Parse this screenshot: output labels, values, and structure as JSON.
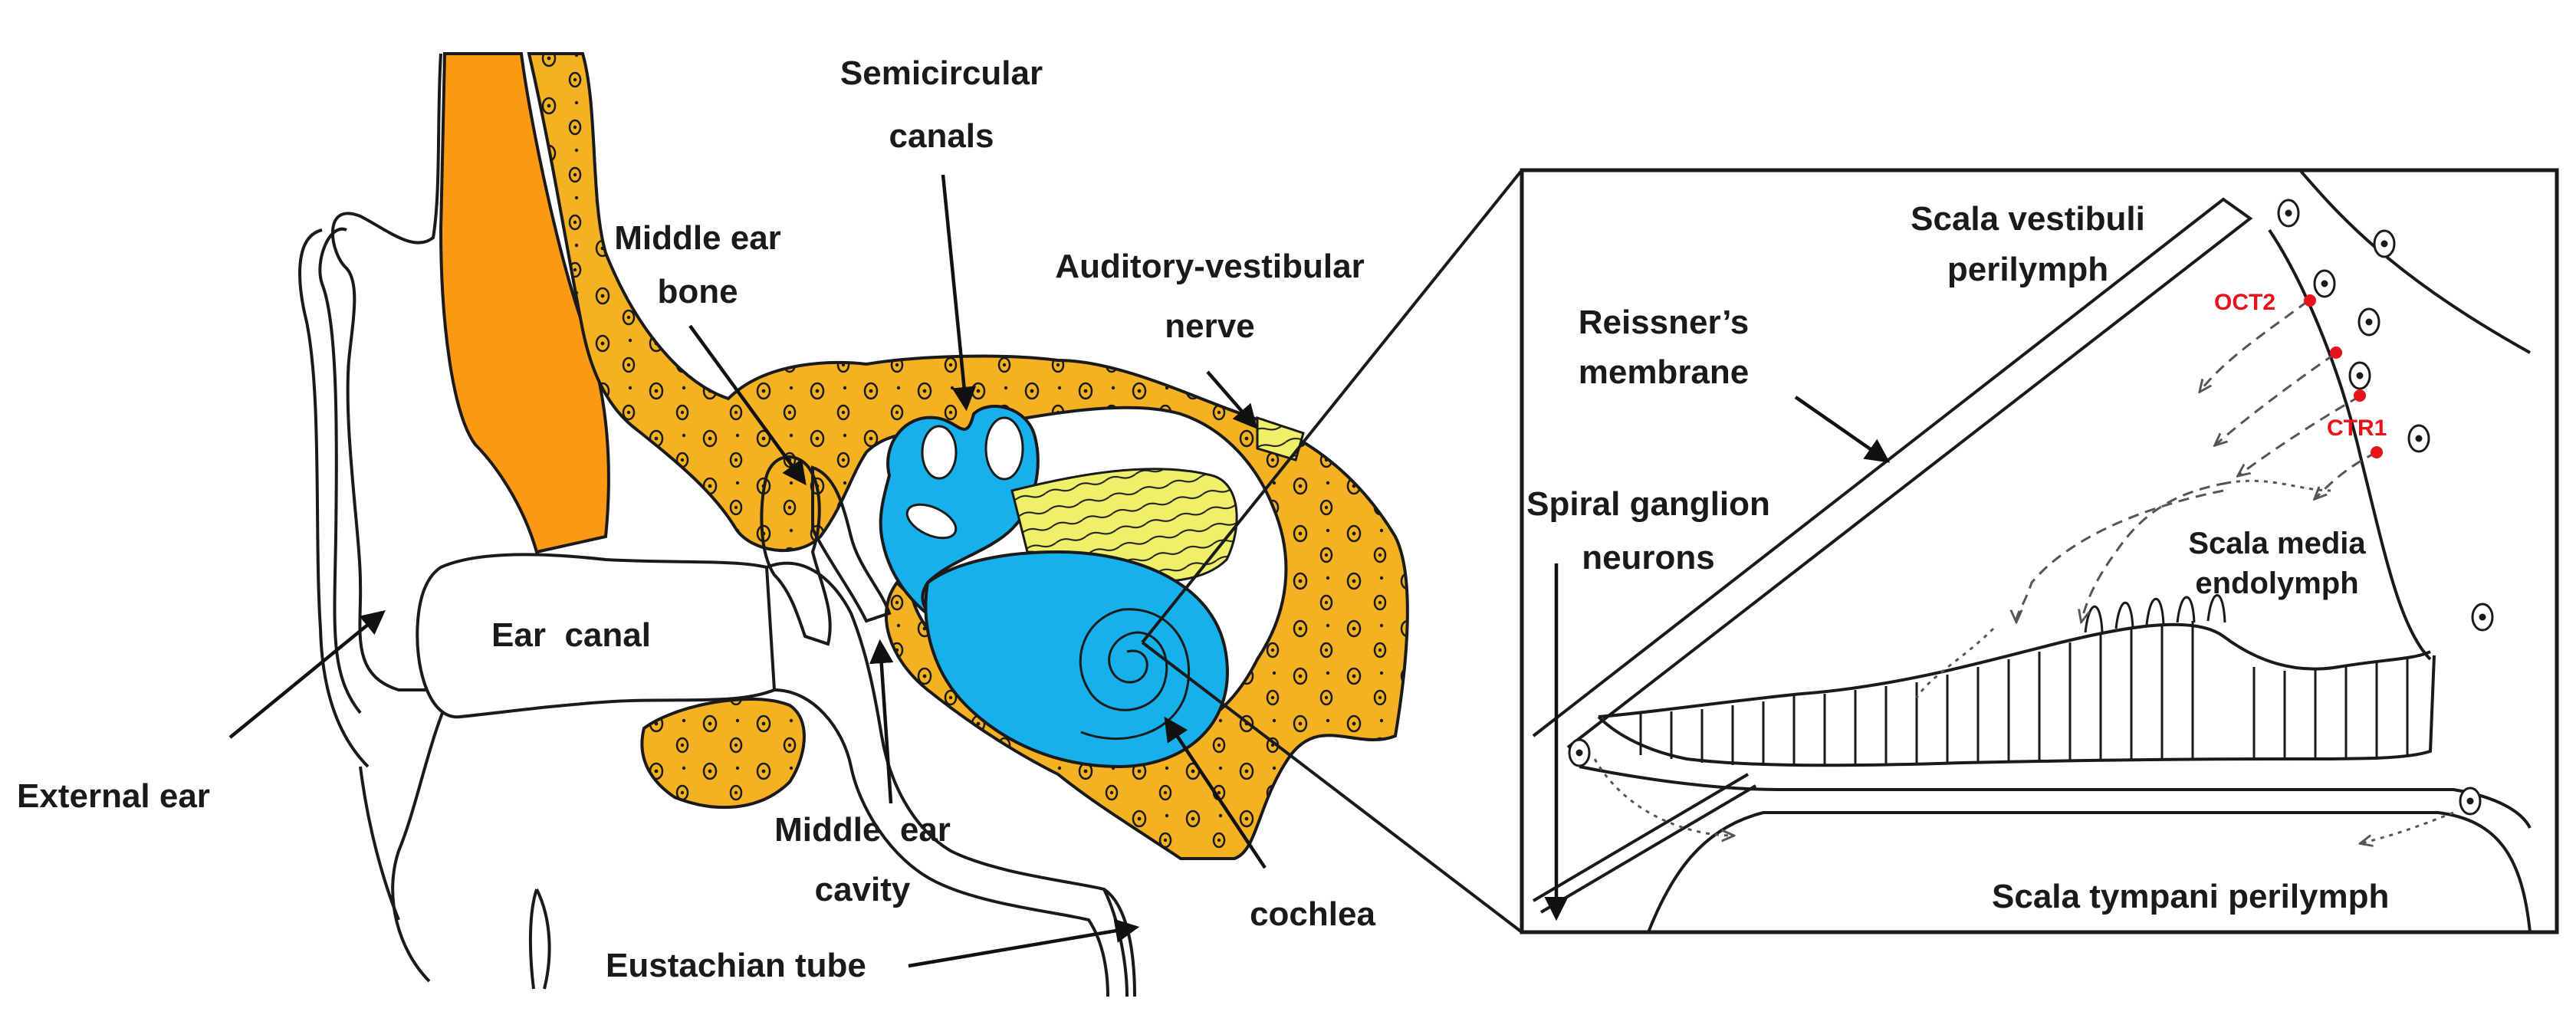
{
  "labels": {
    "semicircular_canals": [
      "Semicircular",
      "canals"
    ],
    "middle_ear_bone": [
      "Middle ear",
      "bone"
    ],
    "auditory_vestibular_nerve": [
      "Auditory-vestibular",
      "nerve"
    ],
    "ear_canal": "Ear  canal",
    "external_ear": "External ear",
    "middle_ear_cavity": [
      "Middle  ear",
      "cavity"
    ],
    "eustachian_tube": "Eustachian tube",
    "cochlea": "cochlea",
    "scala_vestibuli": [
      "Scala vestibuli",
      "perilymph"
    ],
    "reissners_membrane": [
      "Reissner’s",
      "membrane"
    ],
    "spiral_ganglion": [
      "Spiral ganglion",
      "neurons"
    ],
    "scala_media": [
      "Scala media",
      "endolymph"
    ],
    "scala_tympani": "Scala tympani perilymph",
    "oct2": "OCT2",
    "ctr1": "CTR1"
  },
  "colors": {
    "bone": "#f4b223",
    "cartilage_orange": "#fb9a12",
    "inner_ear_blue": "#16b0ec",
    "nerve_yellow": "#eef06a",
    "outline": "#1a1a1a",
    "transporter_red": "#e8121b"
  }
}
